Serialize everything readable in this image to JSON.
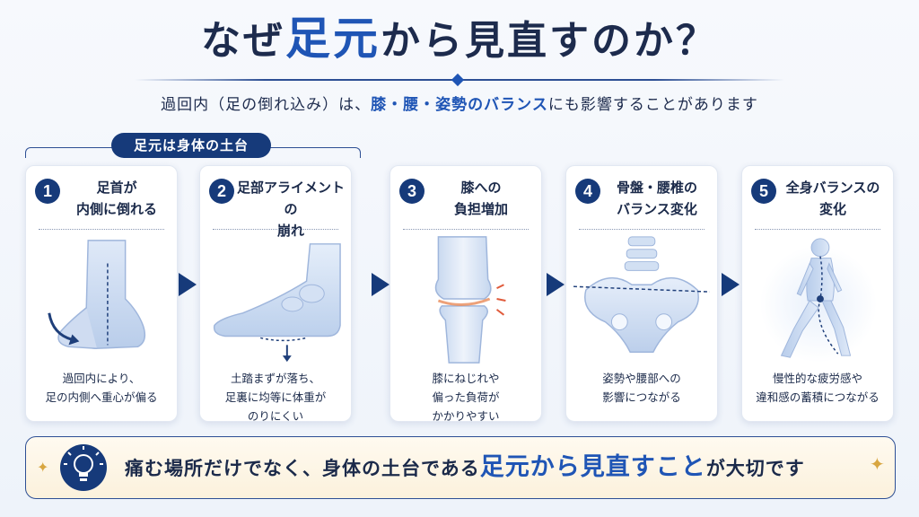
{
  "title": {
    "pre": "なぜ",
    "accent": "足元",
    "post": "から見直すのか？"
  },
  "subtitle": {
    "pre": "過回内（足の倒れ込み）は、",
    "highlight": "膝・腰・姿勢のバランス",
    "post": "にも影響することがあります"
  },
  "bracket_label": "足元は身体の土台",
  "steps": [
    {
      "num": "1",
      "title": "足首が\n内側に倒れる",
      "desc": "過回内により、\n足の内側へ重心が偏る",
      "icon": "foot-pronation-icon"
    },
    {
      "num": "2",
      "title": "足部アライメントの\n崩れ",
      "desc": "土踏まずが落ち、\n足裏に均等に体重が\nのりにくい",
      "icon": "foot-arch-icon"
    },
    {
      "num": "3",
      "title": "膝への\n負担増加",
      "desc": "膝にねじれや\n偏った負荷が\nかかりやすい",
      "icon": "knee-joint-icon"
    },
    {
      "num": "4",
      "title": "骨盤・腰椎の\nバランス変化",
      "desc": "姿勢や腰部への\n影響につながる",
      "icon": "pelvis-icon"
    },
    {
      "num": "5",
      "title": "全身バランスの\n変化",
      "desc": "慢性的な疲労感や\n違和感の蓄積につながる",
      "icon": "walking-body-icon"
    }
  ],
  "banner": {
    "pre": "痛む場所だけでなく、身体の土台である",
    "highlight": "足元から見直すこと",
    "post": "が大切です",
    "icon": "lightbulb-icon"
  },
  "colors": {
    "navy": "#163a7a",
    "accent": "#1f55b5",
    "gold": "#d8a640"
  }
}
